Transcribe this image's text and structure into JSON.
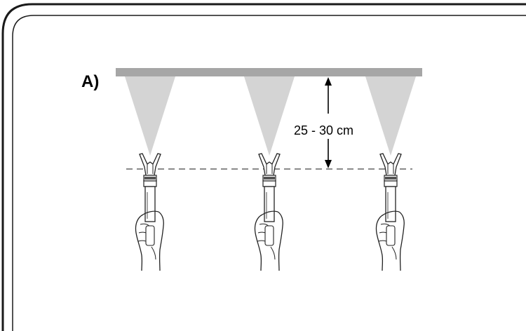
{
  "diagram": {
    "section_label": "A)",
    "distance_label": "25 - 30 cm",
    "colors": {
      "frame": "#1a1a1a",
      "surface": "#a6a6a6",
      "spray": "#d4d4d4",
      "line": "#444444"
    },
    "spray_gun_count": 3
  }
}
